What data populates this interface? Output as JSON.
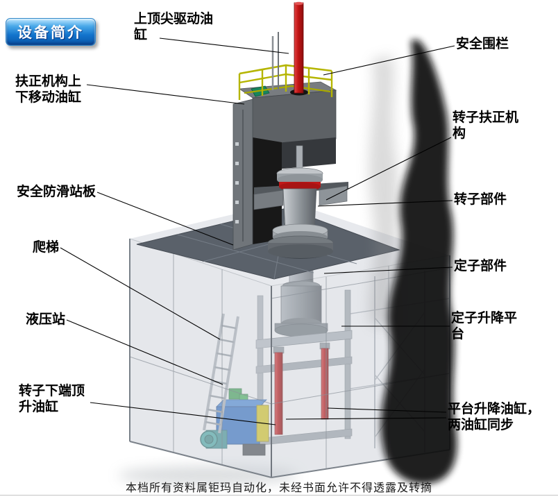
{
  "page": {
    "title_badge": "设备简介",
    "footer": "本档所有资料属钜玛自动化，未经书面允许不得透露及转摘"
  },
  "labels": [
    {
      "id": "top-drive-cylinder",
      "text": "上顶尖驱动油\n缸"
    },
    {
      "id": "safety-fence",
      "text": "安全围栏"
    },
    {
      "id": "centering-move-cylinder",
      "text": "扶正机构上\n下移动油缸"
    },
    {
      "id": "rotor-centering-mechanism",
      "text": "转子扶正机\n构"
    },
    {
      "id": "anti-slip-board",
      "text": "安全防滑站板"
    },
    {
      "id": "rotor-part",
      "text": "转子部件"
    },
    {
      "id": "ladder",
      "text": "爬梯"
    },
    {
      "id": "stator-part",
      "text": "定子部件"
    },
    {
      "id": "hydraulic-station",
      "text": "液压站"
    },
    {
      "id": "stator-lift-platform",
      "text": "定子升降平\n台"
    },
    {
      "id": "rotor-bottom-jack-cylinder",
      "text": "转子下端顶\n升油缸"
    },
    {
      "id": "platform-lift-cylinders",
      "text": "平台升降油缸，\n两油缸同步"
    }
  ],
  "colors": {
    "badge_blue": "#0a57a8",
    "cylinder_red": "#c01414",
    "railing_yellow": "#b5b500",
    "hydraulic_blue": "#1f66c2",
    "enclosure_gray": "#ccd1d9",
    "platform_gray": "#5a616a",
    "smoke_black": "#0b0b0b"
  }
}
